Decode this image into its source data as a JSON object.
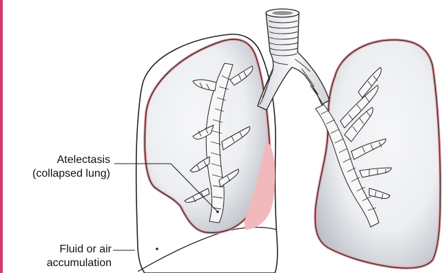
{
  "labels": {
    "atelectasis": {
      "line1": "Atelectasis",
      "line2": "(collapsed lung)"
    },
    "fluid": {
      "line1": "Fluid or air",
      "line2": "accumulation"
    }
  },
  "colors": {
    "pleura_pink": "#e59a9f",
    "lung_shadow": "#b8bcc5",
    "lung_highlight": "#f3f4f6",
    "airway_fill": "#f7f7f7",
    "ink": "#222222",
    "left_edge_bar": "#d23a6a",
    "atelectasis_patch": "#f0b8bb"
  },
  "icons": {
    "trachea": "trachea-icon",
    "left_lung": "collapsed-lung-icon",
    "right_lung": "lung-icon"
  }
}
